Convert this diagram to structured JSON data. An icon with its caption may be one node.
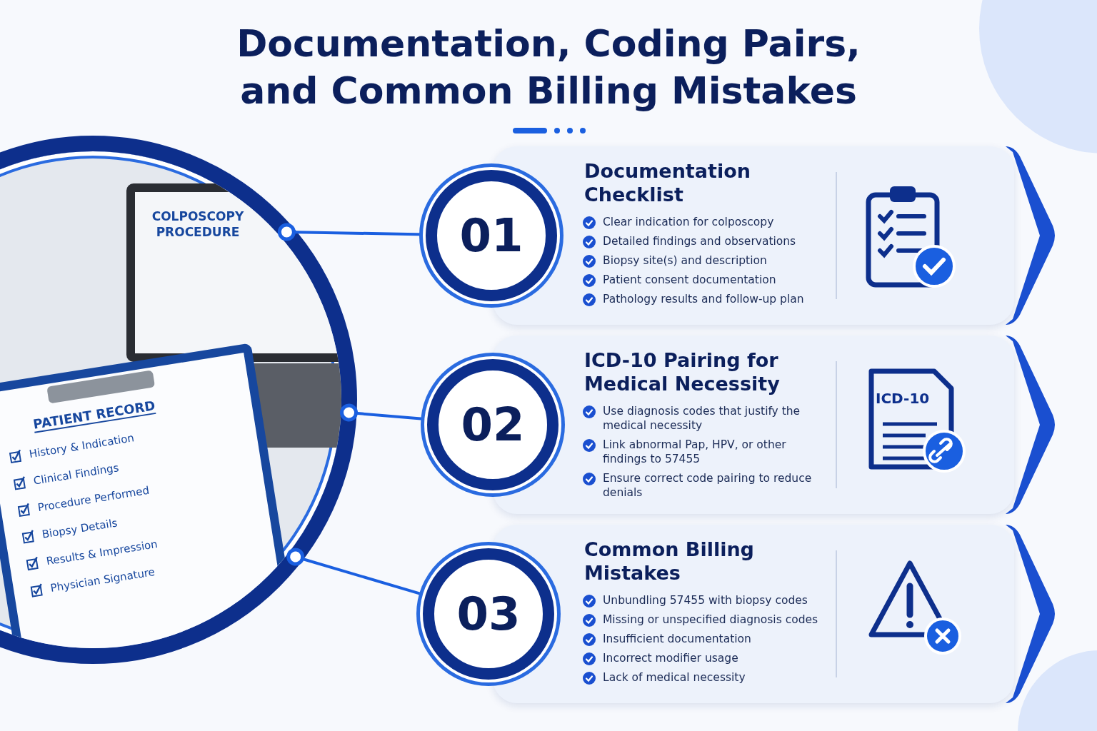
{
  "diagram": {
    "title": "Documentation, Coding Pairs, and Common Billing Mistakes",
    "nodes": [
      {
        "text": [],
        "shape": "picture"
      },
      {
        "text": [
          "01"
        ]
      },
      {
        "text": [
          "Documentation Checklist",
          "Clear indication for colposcopy",
          "Detailed findings and observations",
          "Biopsy site(s) and description",
          "Patient consent documentation",
          "Pathology results and follow-up plan"
        ]
      },
      {
        "text": [
          "02"
        ]
      },
      {
        "text": [
          "ICD-10 Pairing for Medical Necessity",
          "Use diagnosis codes that justify the medical necessity",
          "Link abnormal Pap, HPV, or other findings to 57455",
          "Ensure correct code pairing to reduce denials"
        ]
      },
      {
        "text": [
          "03"
        ]
      },
      {
        "text": [
          "Common Billing Mistakes",
          "Unbundling 57455 with biopsy codes",
          "Missing or unspecified diagnosis codes",
          "Insufficient documentation",
          "Incorrect modifier usage",
          "Lack of medical necessity"
        ]
      }
    ],
    "edges": [
      {
        "from": 0,
        "to": 1,
        "arrow": "other"
      },
      {
        "from": 0,
        "to": 3,
        "arrow": "other"
      },
      {
        "from": 0,
        "to": 5,
        "arrow": "other"
      }
    ],
    "labels": [
      "COLPOSCOPY PROCEDURE",
      "PATIENT RECORD",
      "History & Indication",
      "Clinical Findings",
      "Procedure Performed",
      "Biopsy Details",
      "Results & Impression",
      "Physician Signature",
      "ICD-10"
    ]
  }
}
